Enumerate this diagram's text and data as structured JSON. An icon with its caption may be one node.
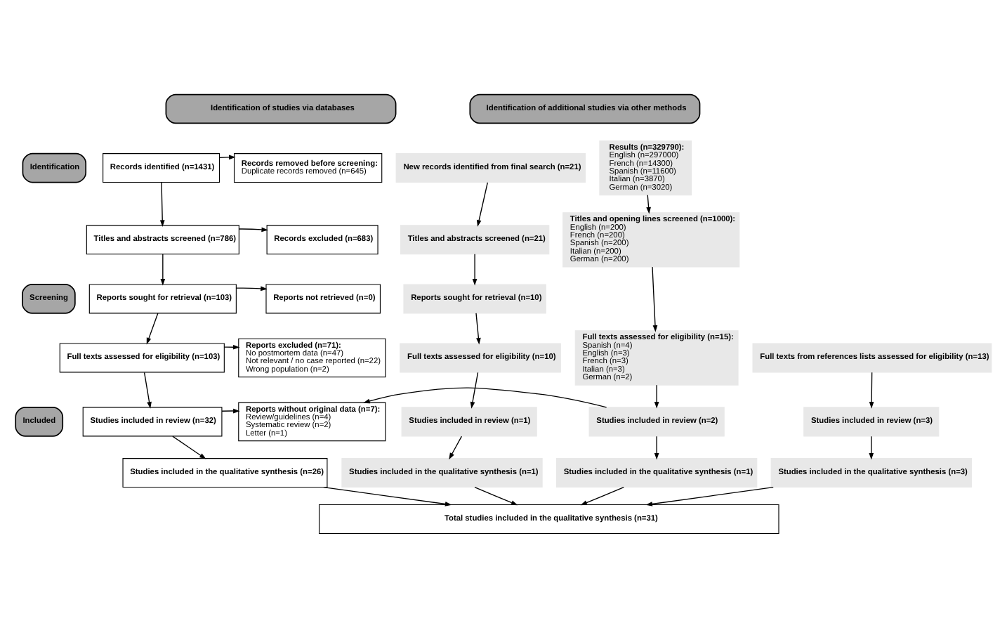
{
  "diagram": {
    "nodes": [
      {
        "text": [
          "Identification of studies via databases"
        ]
      },
      {
        "text": [
          "Identification of additional studies via other methods"
        ]
      },
      {
        "text": [
          "Identification"
        ]
      },
      {
        "text": [
          "Screening"
        ]
      },
      {
        "text": [
          "Included"
        ]
      },
      {
        "text": [
          "Records identified (n=1431)"
        ]
      },
      {
        "text": [
          "Records removed before screening:",
          "Duplicate records removed (n=645)"
        ]
      },
      {
        "text": [
          "New records identified from final search (n=21)"
        ]
      },
      {
        "text": [
          "Results (n=329790):",
          "English (n=297000)",
          "French (n=14300)",
          "Spanish (n=11600)",
          "Italian (n=3870)",
          "German (n=3020)"
        ]
      },
      {
        "text": [
          "Titles and abstracts screened (n=786)"
        ]
      },
      {
        "text": [
          "Records excluded (n=683)"
        ]
      },
      {
        "text": [
          "Titles and abstracts screened (n=21)"
        ]
      },
      {
        "text": [
          "Titles and opening lines screened (n=1000):",
          "English (n=200)",
          "French (n=200)",
          "Spanish (n=200)",
          "Italian (n=200)",
          "German (n=200)"
        ]
      },
      {
        "text": [
          "Reports sought for retrieval (n=103)"
        ]
      },
      {
        "text": [
          "Reports not retrieved (n=0)"
        ]
      },
      {
        "text": [
          "Reports sought for retrieval (n=10)"
        ]
      },
      {
        "text": [
          "Full texts assessed for eligibility (n=103)"
        ]
      },
      {
        "text": [
          "Reports excluded (n=71):",
          "No postmortem data (n=47)",
          "Not relevant / no case reported (n=22)",
          "Wrong population (n=2)"
        ]
      },
      {
        "text": [
          "Full texts assessed for eligibility (n=10)"
        ]
      },
      {
        "text": [
          "Full texts assessed for eligibility (n=15):",
          "Spanish (n=4)",
          "English (n=3)",
          "French (n=3)",
          "Italian (n=3)",
          "German (n=2)"
        ]
      },
      {
        "text": [
          "Full texts from references lists assessed for eligibility (n=13)"
        ]
      },
      {
        "text": [
          "Studies included in review (n=32)"
        ]
      },
      {
        "text": [
          "Reports without original data (n=7):",
          "Review/guidelines (n=4)",
          "Systematic review (n=2)",
          "Letter (n=1)"
        ]
      },
      {
        "text": [
          "Studies included in review (n=1)"
        ]
      },
      {
        "text": [
          "Studies included in review (n=2)"
        ]
      },
      {
        "text": [
          "Studies included in review (n=3)"
        ]
      },
      {
        "text": [
          "Studies included in the qualitative synthesis (n=26)"
        ]
      },
      {
        "text": [
          "Studies included in the qualitative synthesis (n=1)"
        ]
      },
      {
        "text": [
          "Studies included in the qualitative synthesis (n=1)"
        ]
      },
      {
        "text": [
          "Studies included in the qualitative synthesis (n=3)"
        ]
      },
      {
        "text": [
          "Total studies included in the qualitative synthesis (n=31)"
        ]
      }
    ],
    "edges": [
      {
        "from": 5,
        "to": 9,
        "arrow": "to"
      },
      {
        "from": 5,
        "to": 6,
        "arrow": "to"
      },
      {
        "from": 9,
        "to": 13,
        "arrow": "to"
      },
      {
        "from": 9,
        "to": 10,
        "arrow": "to"
      },
      {
        "from": 13,
        "to": 16,
        "arrow": "to"
      },
      {
        "from": 13,
        "to": 14,
        "arrow": "to"
      },
      {
        "from": 16,
        "to": 21,
        "arrow": "to"
      },
      {
        "from": 16,
        "to": 17,
        "arrow": "to"
      },
      {
        "from": 21,
        "to": 26,
        "arrow": "to"
      },
      {
        "from": 21,
        "to": 22,
        "arrow": "to"
      },
      {
        "from": 26,
        "to": 30,
        "arrow": "to"
      },
      {
        "from": 7,
        "to": 11,
        "arrow": "to"
      },
      {
        "from": 11,
        "to": 15,
        "arrow": "to"
      },
      {
        "from": 15,
        "to": 18,
        "arrow": "to"
      },
      {
        "from": 18,
        "to": 23,
        "arrow": "to"
      },
      {
        "from": 23,
        "to": 27,
        "arrow": "to"
      },
      {
        "from": 27,
        "to": 30,
        "arrow": "to"
      },
      {
        "from": 8,
        "to": 12,
        "arrow": "to"
      },
      {
        "from": 12,
        "to": 19,
        "arrow": "to"
      },
      {
        "from": 19,
        "to": 24,
        "arrow": "to"
      },
      {
        "from": 24,
        "to": 28,
        "arrow": "to"
      },
      {
        "from": 24,
        "to": 22,
        "arrow": "to"
      },
      {
        "from": 28,
        "to": 30,
        "arrow": "to"
      },
      {
        "from": 20,
        "to": 25,
        "arrow": "to"
      },
      {
        "from": 25,
        "to": 29,
        "arrow": "to"
      },
      {
        "from": 29,
        "to": 30,
        "arrow": "to"
      }
    ]
  }
}
